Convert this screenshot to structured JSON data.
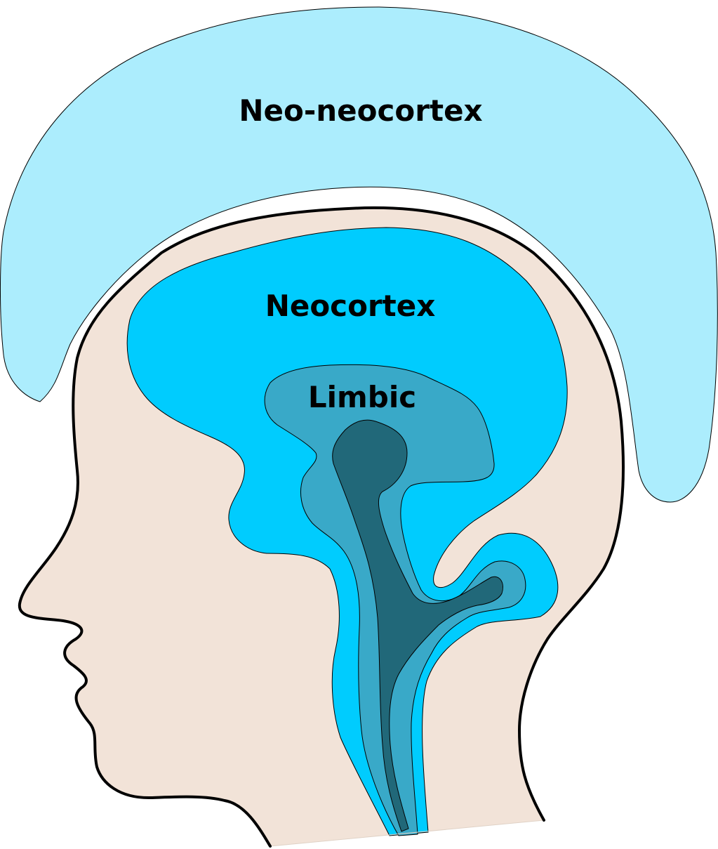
{
  "labels": {
    "outer": "Neo-neocortex",
    "middle": "Neocortex",
    "inner": "Limbic"
  },
  "colors": {
    "neo_neocortex": "#acedfd",
    "head_skin": "#f2e3d8",
    "neocortex": "#00ccfe",
    "limbic": "#39a9c8",
    "core": "#216879",
    "outline": "#000000"
  }
}
